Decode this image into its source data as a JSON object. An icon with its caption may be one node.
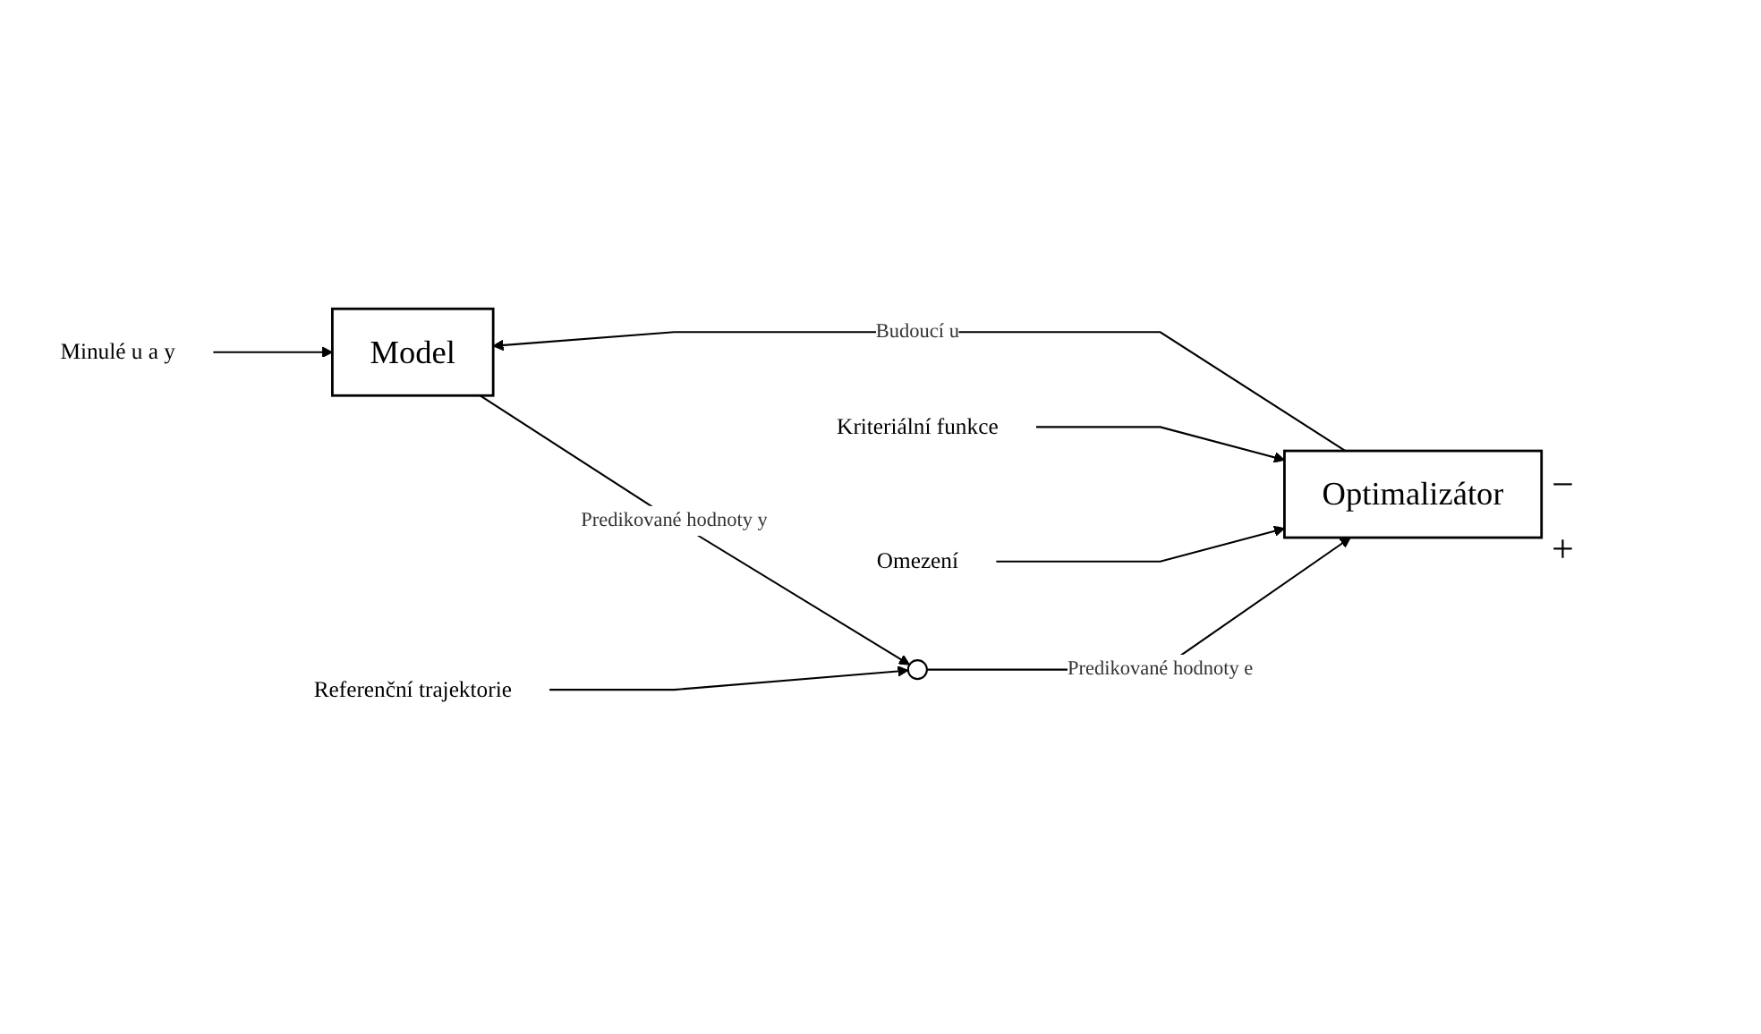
{
  "diagram": {
    "nodes": [
      {
        "text": [
          "Model"
        ]
      },
      {
        "text": [
          "Optimalizátor"
        ]
      },
      {
        "text": [],
        "shape": "circle"
      },
      {
        "text": [
          "Minulé u a y"
        ]
      },
      {
        "text": [
          "Referenční trajektorie"
        ]
      },
      {
        "text": [
          "Kriteriální funkce"
        ]
      },
      {
        "text": [
          "Omezení"
        ]
      }
    ],
    "edges": [
      {
        "from": 3,
        "to": 0,
        "arrow": "to"
      },
      {
        "from": 0,
        "to": 2,
        "arrow": "to",
        "label": "Predikované hodnoty y"
      },
      {
        "from": 4,
        "to": 2,
        "arrow": "to"
      },
      {
        "from": 2,
        "to": 1,
        "arrow": "to",
        "label": "Predikované hodnoty e"
      },
      {
        "from": 1,
        "to": 0,
        "arrow": "to",
        "label": "Budoucí u"
      },
      {
        "from": 5,
        "to": 1,
        "arrow": "to"
      },
      {
        "from": 6,
        "to": 1,
        "arrow": "to"
      }
    ],
    "labels": [
      "−",
      "+"
    ]
  }
}
